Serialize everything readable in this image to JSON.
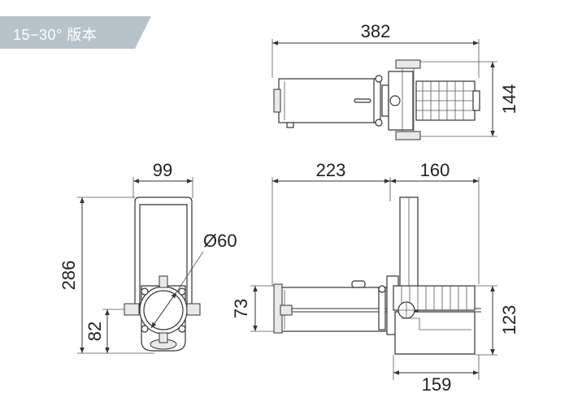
{
  "badge": {
    "text": "15−30° 版本",
    "color": "#b7c3cb"
  },
  "top_view": {
    "width": "382",
    "height": "144"
  },
  "front_view": {
    "width": "99",
    "height": "286",
    "lens_diameter": "Ø60",
    "pivot_height": "82"
  },
  "side_view": {
    "front_length": "223",
    "rear_length": "160",
    "pivot_height": "73",
    "body_height": "123",
    "base_length": "159"
  }
}
